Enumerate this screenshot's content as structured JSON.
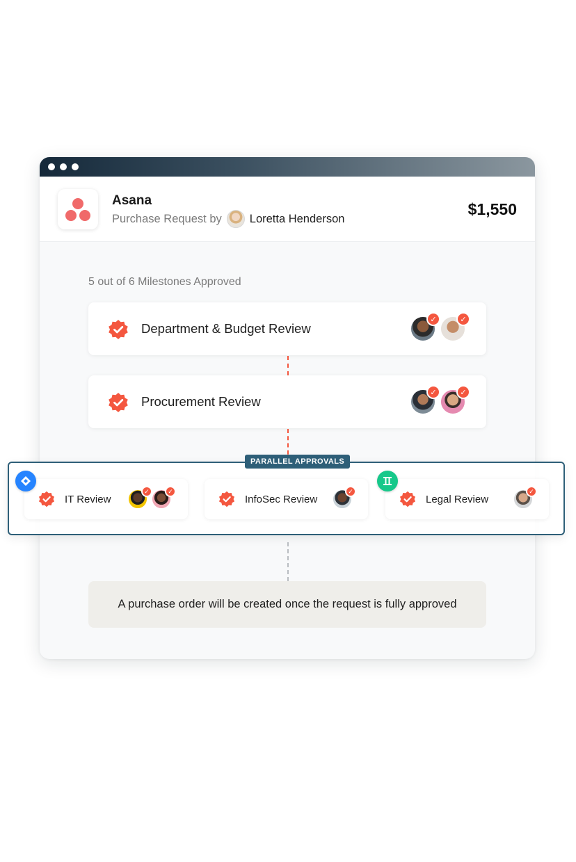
{
  "window": {
    "controls": [
      "dot",
      "dot",
      "dot"
    ]
  },
  "header": {
    "app_name": "Asana",
    "request_label": "Purchase Request by",
    "requester_name": "Loretta Henderson",
    "amount": "$1,550",
    "logo_icon": "asana-logo-icon",
    "brand_color": "#f06a6a"
  },
  "progress": {
    "label": "5 out of 6 Milestones Approved",
    "approved": 5,
    "total": 6
  },
  "milestones": [
    {
      "title": "Department & Budget Review",
      "status": "approved",
      "approvers": 2
    },
    {
      "title": "Procurement Review",
      "status": "approved",
      "approvers": 2
    }
  ],
  "parallel": {
    "tag": "PARALLEL APPROVALS",
    "items": [
      {
        "title": "IT Review",
        "status": "approved",
        "approvers": 2,
        "integration_icon": "jira-icon"
      },
      {
        "title": "InfoSec Review",
        "status": "approved",
        "approvers": 1
      },
      {
        "title": "Legal Review",
        "status": "approved",
        "approvers": 1,
        "integration_icon": "ironclad-icon"
      }
    ]
  },
  "footer_note": "A purchase order will be created once the request is fully approved",
  "colors": {
    "accent": "#f4573f",
    "parallel_border": "#2e5f78",
    "jira": "#2684ff",
    "ironclad": "#16c88a"
  }
}
